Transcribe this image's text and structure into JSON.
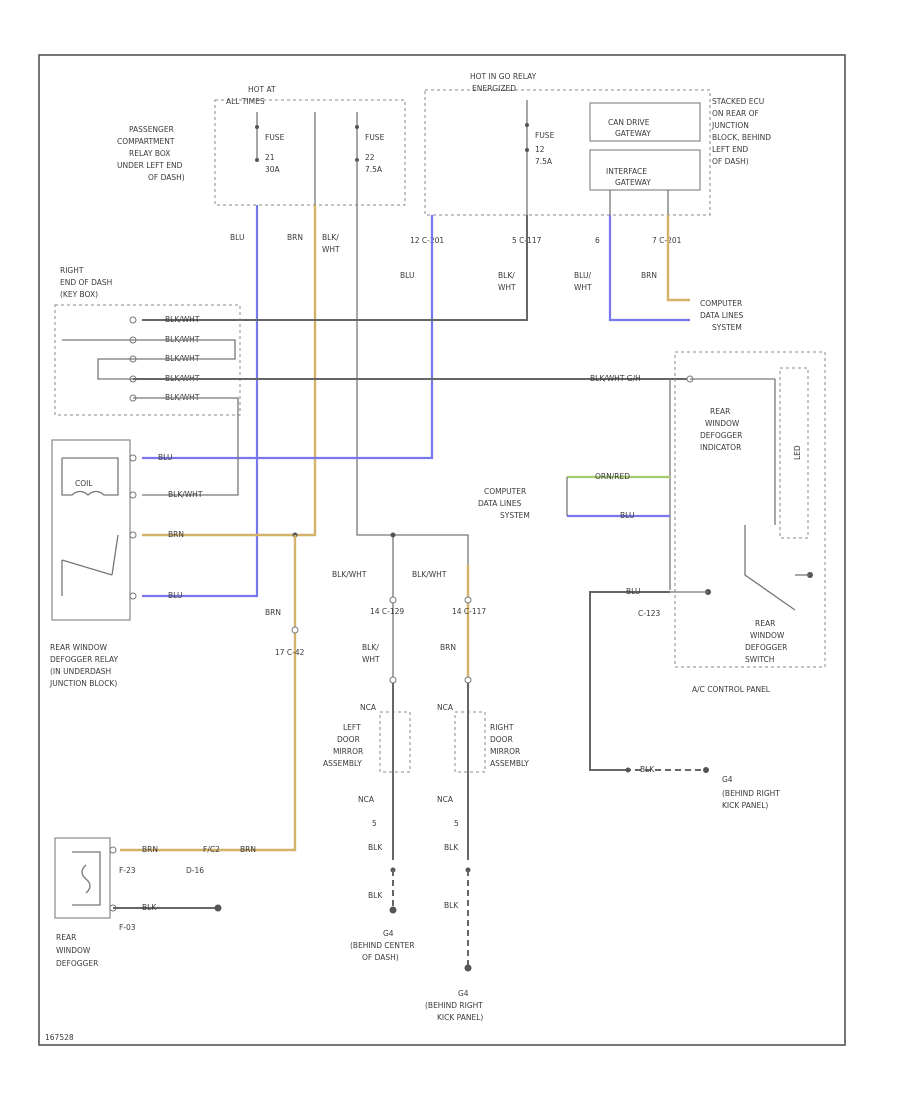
{
  "colors": {
    "blue_wire": "#7777ee",
    "brown_wire": "#d4b26a",
    "green_wire": "#a6cc6e",
    "black_wire": "#666666"
  },
  "power": {
    "hot_at_all_times": [
      "HOT AT",
      "ALL TIMES"
    ],
    "hot_in_go": [
      "HOT IN GO RELAY",
      "ENERGIZED"
    ],
    "fuse_21": [
      "FUSE",
      "21",
      "30A"
    ],
    "fuse_22": [
      "FUSE",
      "22",
      "7.5A"
    ],
    "fuse_12": [
      "FUSE",
      "12",
      "7.5A"
    ],
    "passenger_relay_box": [
      "PASSENGER",
      "COMPARTMENT",
      "RELAY BOX",
      "UNDER LEFT END",
      "OF DASH)"
    ],
    "can_drive_gateway": [
      "CAN DRIVE",
      "GATEWAY"
    ],
    "interface_gateway": [
      "INTERFACE",
      "GATEWAY"
    ],
    "stacked_ecu": [
      "STACKED ECU",
      "ON REAR OF",
      "JUNCTION",
      "BLOCK, BEHIND",
      "LEFT END",
      "OF DASH)"
    ]
  },
  "wire_labels": {
    "blu_top": "BLU",
    "brn_top": "BRN",
    "blkwht_top": [
      "BLK/",
      "WHT"
    ],
    "c201_12": "12  C-201",
    "c117_5": "5  C-117",
    "pin_6": "6",
    "c201_7": "7  C-201",
    "blu_mid": "BLU",
    "blkwht_mid": [
      "BLK/",
      "WHT"
    ],
    "bluwht": [
      "BLU/",
      "WHT"
    ],
    "brn_mid": "BRN",
    "blkwht_gw": "BLK/WHT  G/H",
    "orn_red": "ORN/RED",
    "blu_cd": "BLU",
    "blu_sw": "BLU",
    "c123": "C-123",
    "blk_ground": "BLK"
  },
  "computer_data_lines_top": [
    "COMPUTER",
    "DATA LINES",
    "SYSTEM"
  ],
  "computer_data_lines_mid": [
    "COMPUTER",
    "DATA LINES",
    "SYSTEM"
  ],
  "junction": {
    "title": [
      "RIGHT",
      "END OF DASH",
      "(KEY BOX)"
    ],
    "rows": [
      "BLK/WHT",
      "BLK/WHT",
      "BLK/WHT",
      "BLK/WHT",
      "BLK/WHT"
    ]
  },
  "relay": {
    "coil_label": "COIL",
    "pins": [
      "BLU",
      "BLK/WHT",
      "BRN",
      "BLU"
    ],
    "title": [
      "REAR WINDOW",
      "DEFOGGER RELAY",
      "(IN UNDERDASH",
      "JUNCTION BLOCK)"
    ]
  },
  "ac_panel": {
    "indicator": [
      "REAR",
      "WINDOW",
      "DEFOGGER",
      "INDICATOR"
    ],
    "led": "LED",
    "switch": [
      "REAR",
      "WINDOW",
      "DEFOGGER",
      "SWITCH"
    ],
    "title": "A/C CONTROL PANEL"
  },
  "mirror_left": {
    "top": "NCA",
    "bottom": "NCA",
    "title": [
      "LEFT",
      "DOOR",
      "MIRROR",
      "ASSEMBLY"
    ],
    "c129": "14  C-129",
    "wire": [
      "BLK/",
      "WHT"
    ],
    "pin": "5",
    "blk1": "BLK",
    "blk2": "BLK",
    "blkwht": "BLK/WHT"
  },
  "mirror_right": {
    "top": "NCA",
    "bottom": "NCA",
    "title": [
      "RIGHT",
      "DOOR",
      "MIRROR",
      "ASSEMBLY"
    ],
    "c117": "14  C-117",
    "wire": "BRN",
    "pin": "5",
    "blk1": "BLK",
    "blk2": "BLK",
    "blkwht": "BLK/WHT"
  },
  "c42": "17  C-42",
  "defogger": {
    "wire_left": "BRN",
    "connector": "F/C2",
    "wire_right": "BRN",
    "f23": "F-23",
    "d16": "D-16",
    "f03": "F-03",
    "blk": "BLK",
    "title": [
      "REAR",
      "WINDOW",
      "DEFOGGER"
    ]
  },
  "grounds": {
    "center": [
      "G4",
      "(BEHIND CENTER",
      "OF DASH)"
    ],
    "right_kick": [
      "G4",
      "(BEHIND RIGHT",
      "KICK PANEL)"
    ],
    "right_kick2": [
      "G4",
      "(BEHIND RIGHT",
      "KICK PANEL)"
    ]
  },
  "footer_code": "167528"
}
